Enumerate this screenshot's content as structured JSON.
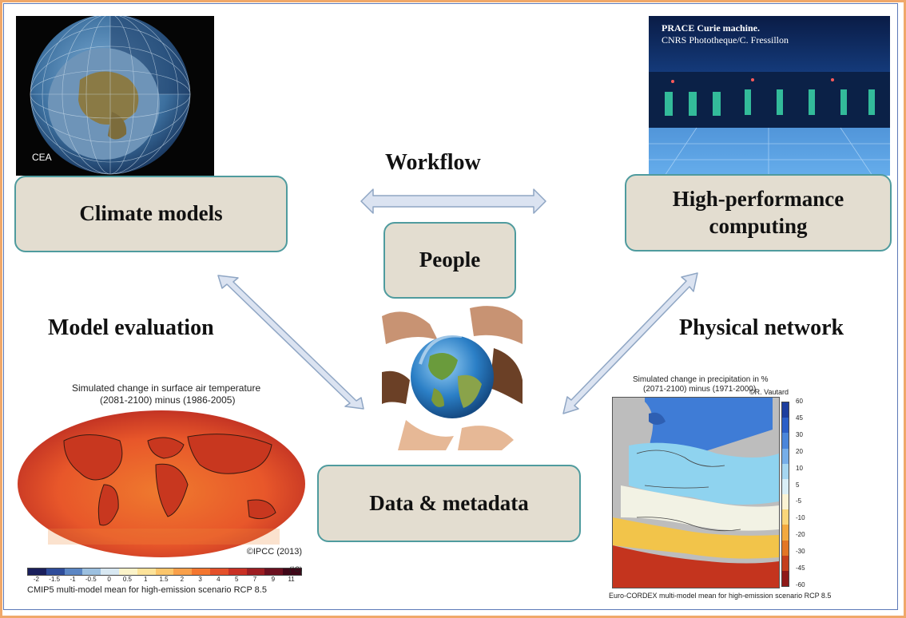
{
  "boxes": {
    "climate_models": "Climate models",
    "hpc": "High-performance computing",
    "people": "People",
    "data_metadata": "Data & metadata"
  },
  "labels": {
    "workflow": "Workflow",
    "model_evaluation": "Model evaluation",
    "physical_network": "Physical network"
  },
  "images": {
    "globe_credit": "CEA",
    "hpc_caption_line1": "PRACE Curie machine.",
    "hpc_caption_line2": "CNRS Phototheque/C. Fressillon"
  },
  "world_map": {
    "title_line1": "Simulated change in surface air temperature",
    "title_line2": "(2081-2100) minus (1986-2005)",
    "credit": "©IPCC (2013)",
    "unit": "(°C)",
    "ticks": [
      "-2",
      "-1.5",
      "-1",
      "-0.5",
      "0",
      "0.5",
      "1",
      "1.5",
      "2",
      "3",
      "4",
      "5",
      "7",
      "9",
      "11"
    ],
    "caption": "CMIP5 multi-model mean for high-emission scenario RCP 8.5"
  },
  "europe_map": {
    "title_line1": "Simulated change in precipitation in %",
    "title_line2": "(2071-2100) minus (1971-2000)",
    "credit": "©R. Vautard",
    "ticks": [
      "60",
      "45",
      "30",
      "20",
      "10",
      "5",
      "-5",
      "-10",
      "-20",
      "-30",
      "-45",
      "-60"
    ],
    "caption": "Euro-CORDEX multi-model mean for high-emission scenario RCP 8.5"
  },
  "colors": {
    "box_fill": "#e3ddd0",
    "box_border": "#4f9b9e",
    "arrow_fill": "#dbe3f1",
    "arrow_stroke": "#8fa6c4",
    "frame_outer": "#f0a86a",
    "frame_inner": "#5c79b8"
  }
}
